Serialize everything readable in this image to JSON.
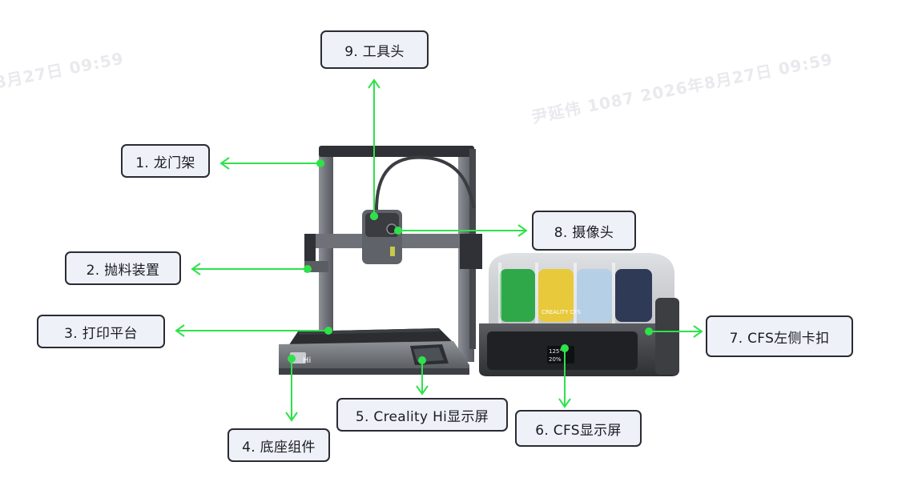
{
  "labels": {
    "gantry": "1. 龙门架",
    "purge": "2. 抛料装置",
    "bed": "3. 打印平台",
    "base": "4. 底座组件",
    "hi_screen": "5. Creality Hi显示屏",
    "cfs_screen": "6. CFS显示屏",
    "cfs_buckle": "7. CFS左侧卡扣",
    "camera": "8. 摄像头",
    "toolhead": "9. 工具头"
  },
  "watermarks": [
    "8月27日 09:59",
    "尹延伟 1087 2026年8月27日 09:59"
  ],
  "printer": {
    "base_logo": "Hi"
  },
  "cfs": {
    "brand": "CREALITY CFS",
    "screen_line1": "125°",
    "screen_line2": "20%"
  },
  "colors": {
    "arrow": "#2ee24a",
    "label_bg": "#eef1f8",
    "label_border": "#2b2b33",
    "spools": [
      "#2fa84a",
      "#e8c93c",
      "#b5cfe6",
      "#2f3a57"
    ]
  }
}
